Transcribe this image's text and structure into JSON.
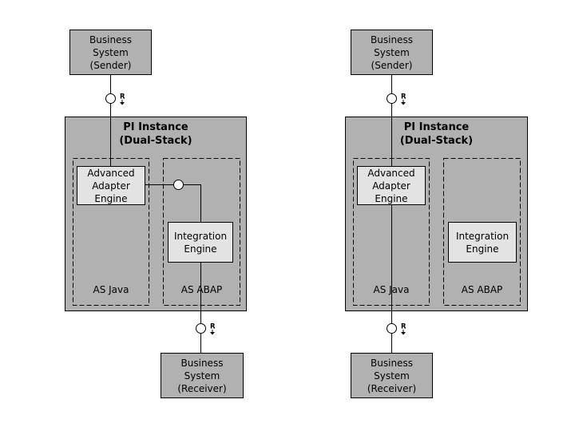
{
  "colors": {
    "system_box_fill": "#b1b1b1",
    "pi_box_fill": "#b1b1b1",
    "engine_box_fill": "#e3e3e3",
    "line": "#000000",
    "background": "#ffffff",
    "connector_circle_fill": "#ffffff"
  },
  "marker": {
    "letter": "R",
    "arrow_icon": "down-arrow"
  },
  "diagrams": [
    {
      "variant": "dual-stack-routing-via-integration-engine",
      "sender": "Business\nSystem\n(Sender)",
      "pi_title": "PI Instance\n(Dual-Stack)",
      "aae": "Advanced\nAdapter\nEngine",
      "ie": "Integration\nEngine",
      "as_java": "AS Java",
      "as_abap": "AS ABAP",
      "receiver": "Business\nSystem\n(Receiver)"
    },
    {
      "variant": "dual-stack-routing-java-only",
      "sender": "Business\nSystem\n(Sender)",
      "pi_title": "PI Instance\n(Dual-Stack)",
      "aae": "Advanced\nAdapter\nEngine",
      "ie": "Integration\nEngine",
      "as_java": "AS Java",
      "as_abap": "AS ABAP",
      "receiver": "Business\nSystem\n(Receiver)"
    }
  ]
}
